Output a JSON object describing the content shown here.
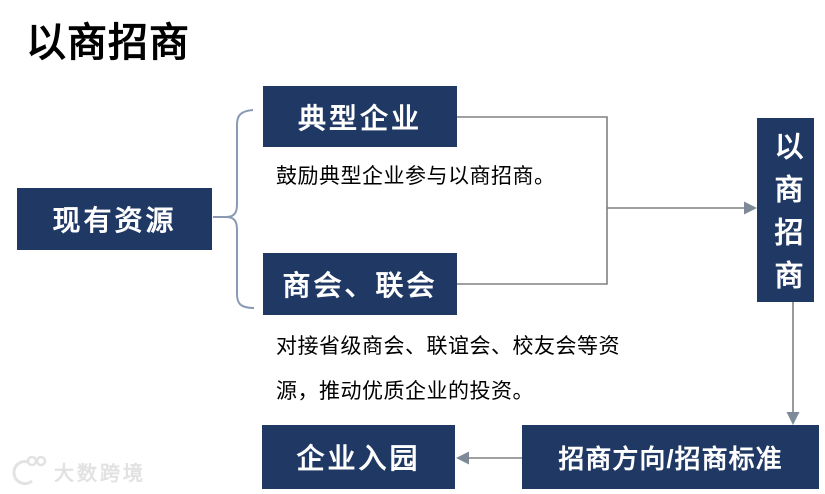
{
  "title": "以商招商",
  "nodes": {
    "existing_resources": {
      "label": "现有资源"
    },
    "typical_enterprises": {
      "label": "典型企业",
      "note": "鼓励典型企业参与以商招商。"
    },
    "chambers": {
      "label": "商会、联会",
      "note": "对接省级商会、联谊会、校友会等资源，推动优质企业的投资。"
    },
    "business_attraction": {
      "label": "以商招商"
    },
    "direction_standards": {
      "label": "招商方向/招商标准"
    },
    "enterprise_entry": {
      "label": "企业入园"
    }
  },
  "watermark": {
    "brand": "大数跨境"
  },
  "colors": {
    "node_fill": "#1F3864",
    "node_text": "#FFFFFF",
    "connector_gray": "#808080",
    "arrowhead_gray": "#7F8A99",
    "brace_blue": "#8A9AB4",
    "title_text": "#000000",
    "watermark_gray": "#E2E2E2"
  }
}
